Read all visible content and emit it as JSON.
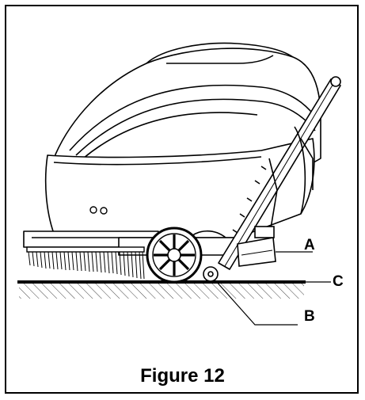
{
  "figure": {
    "caption": "Figure 12",
    "callouts": {
      "a": "A",
      "b": "B",
      "c": "C"
    }
  }
}
